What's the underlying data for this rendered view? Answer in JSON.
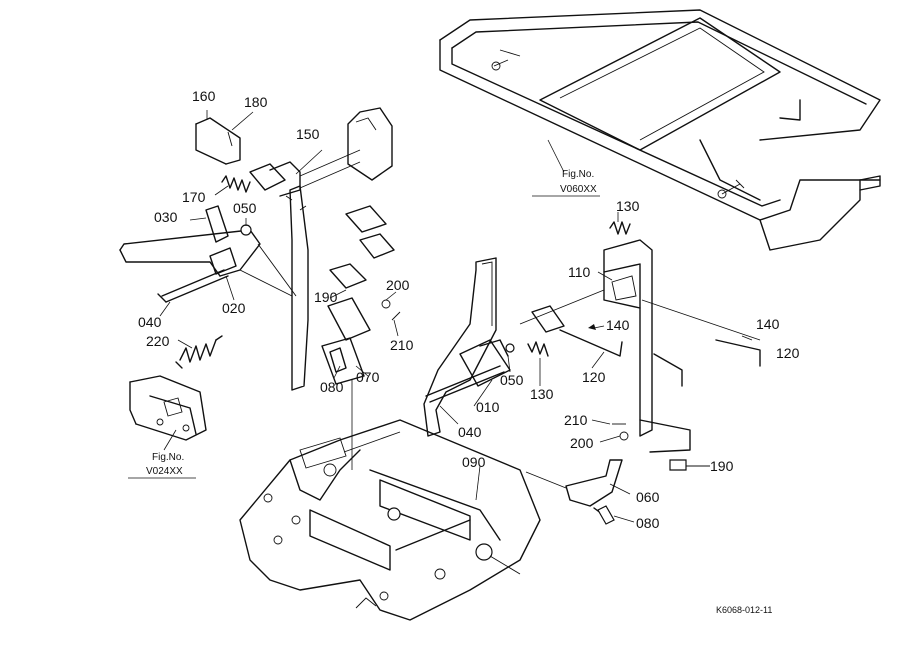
{
  "diagram": {
    "labels": {
      "l160": "160",
      "l180": "180",
      "l150": "150",
      "l170": "170",
      "l030": "030",
      "l050a": "050",
      "l020": "020",
      "l040a": "040",
      "l220": "220",
      "l190a": "190",
      "l200a": "200",
      "l210a": "210",
      "l080a": "080",
      "l070": "070",
      "l130a": "130",
      "l110": "110",
      "l140a": "140",
      "l140b": "140",
      "l120a": "120",
      "l120b": "120",
      "l050b": "050",
      "l130b": "130",
      "l010": "010",
      "l040b": "040",
      "l210b": "210",
      "l200b": "200",
      "l190b": "190",
      "l090": "090",
      "l060": "060",
      "l080b": "080"
    },
    "fig_refs": {
      "v060": {
        "title": "Fig.No.",
        "number": "V060XX"
      },
      "v024": {
        "title": "Fig.No.",
        "number": "V024XX"
      }
    },
    "drawing_code": "K6068-012-11"
  }
}
